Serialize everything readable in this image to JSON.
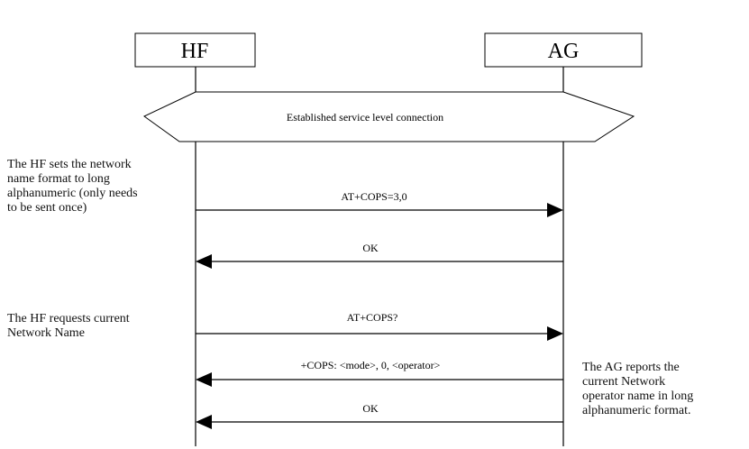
{
  "participants": {
    "hf": {
      "label": "HF"
    },
    "ag": {
      "label": "AG"
    }
  },
  "banner": {
    "text": "Established  service level connection"
  },
  "messages": [
    {
      "label": "AT+COPS=3,0",
      "direction": "hf-to-ag"
    },
    {
      "label": "OK",
      "direction": "ag-to-hf"
    },
    {
      "label": "AT+COPS?",
      "direction": "hf-to-ag"
    },
    {
      "label": "+COPS: <mode>, 0, <operator>",
      "direction": "ag-to-hf"
    },
    {
      "label": "OK",
      "direction": "ag-to-hf"
    }
  ],
  "notes": {
    "set_format": [
      "The HF sets the network",
      "name format to long",
      "alphanumeric (only needs",
      "to be sent once)"
    ],
    "request_name": [
      "The HF requests current",
      "Network Name"
    ],
    "ag_reports": [
      "The AG reports the",
      "current Network",
      "operator name in long",
      "alphanumeric format."
    ]
  },
  "colors": {
    "line": "#000000",
    "text": "#111111"
  }
}
